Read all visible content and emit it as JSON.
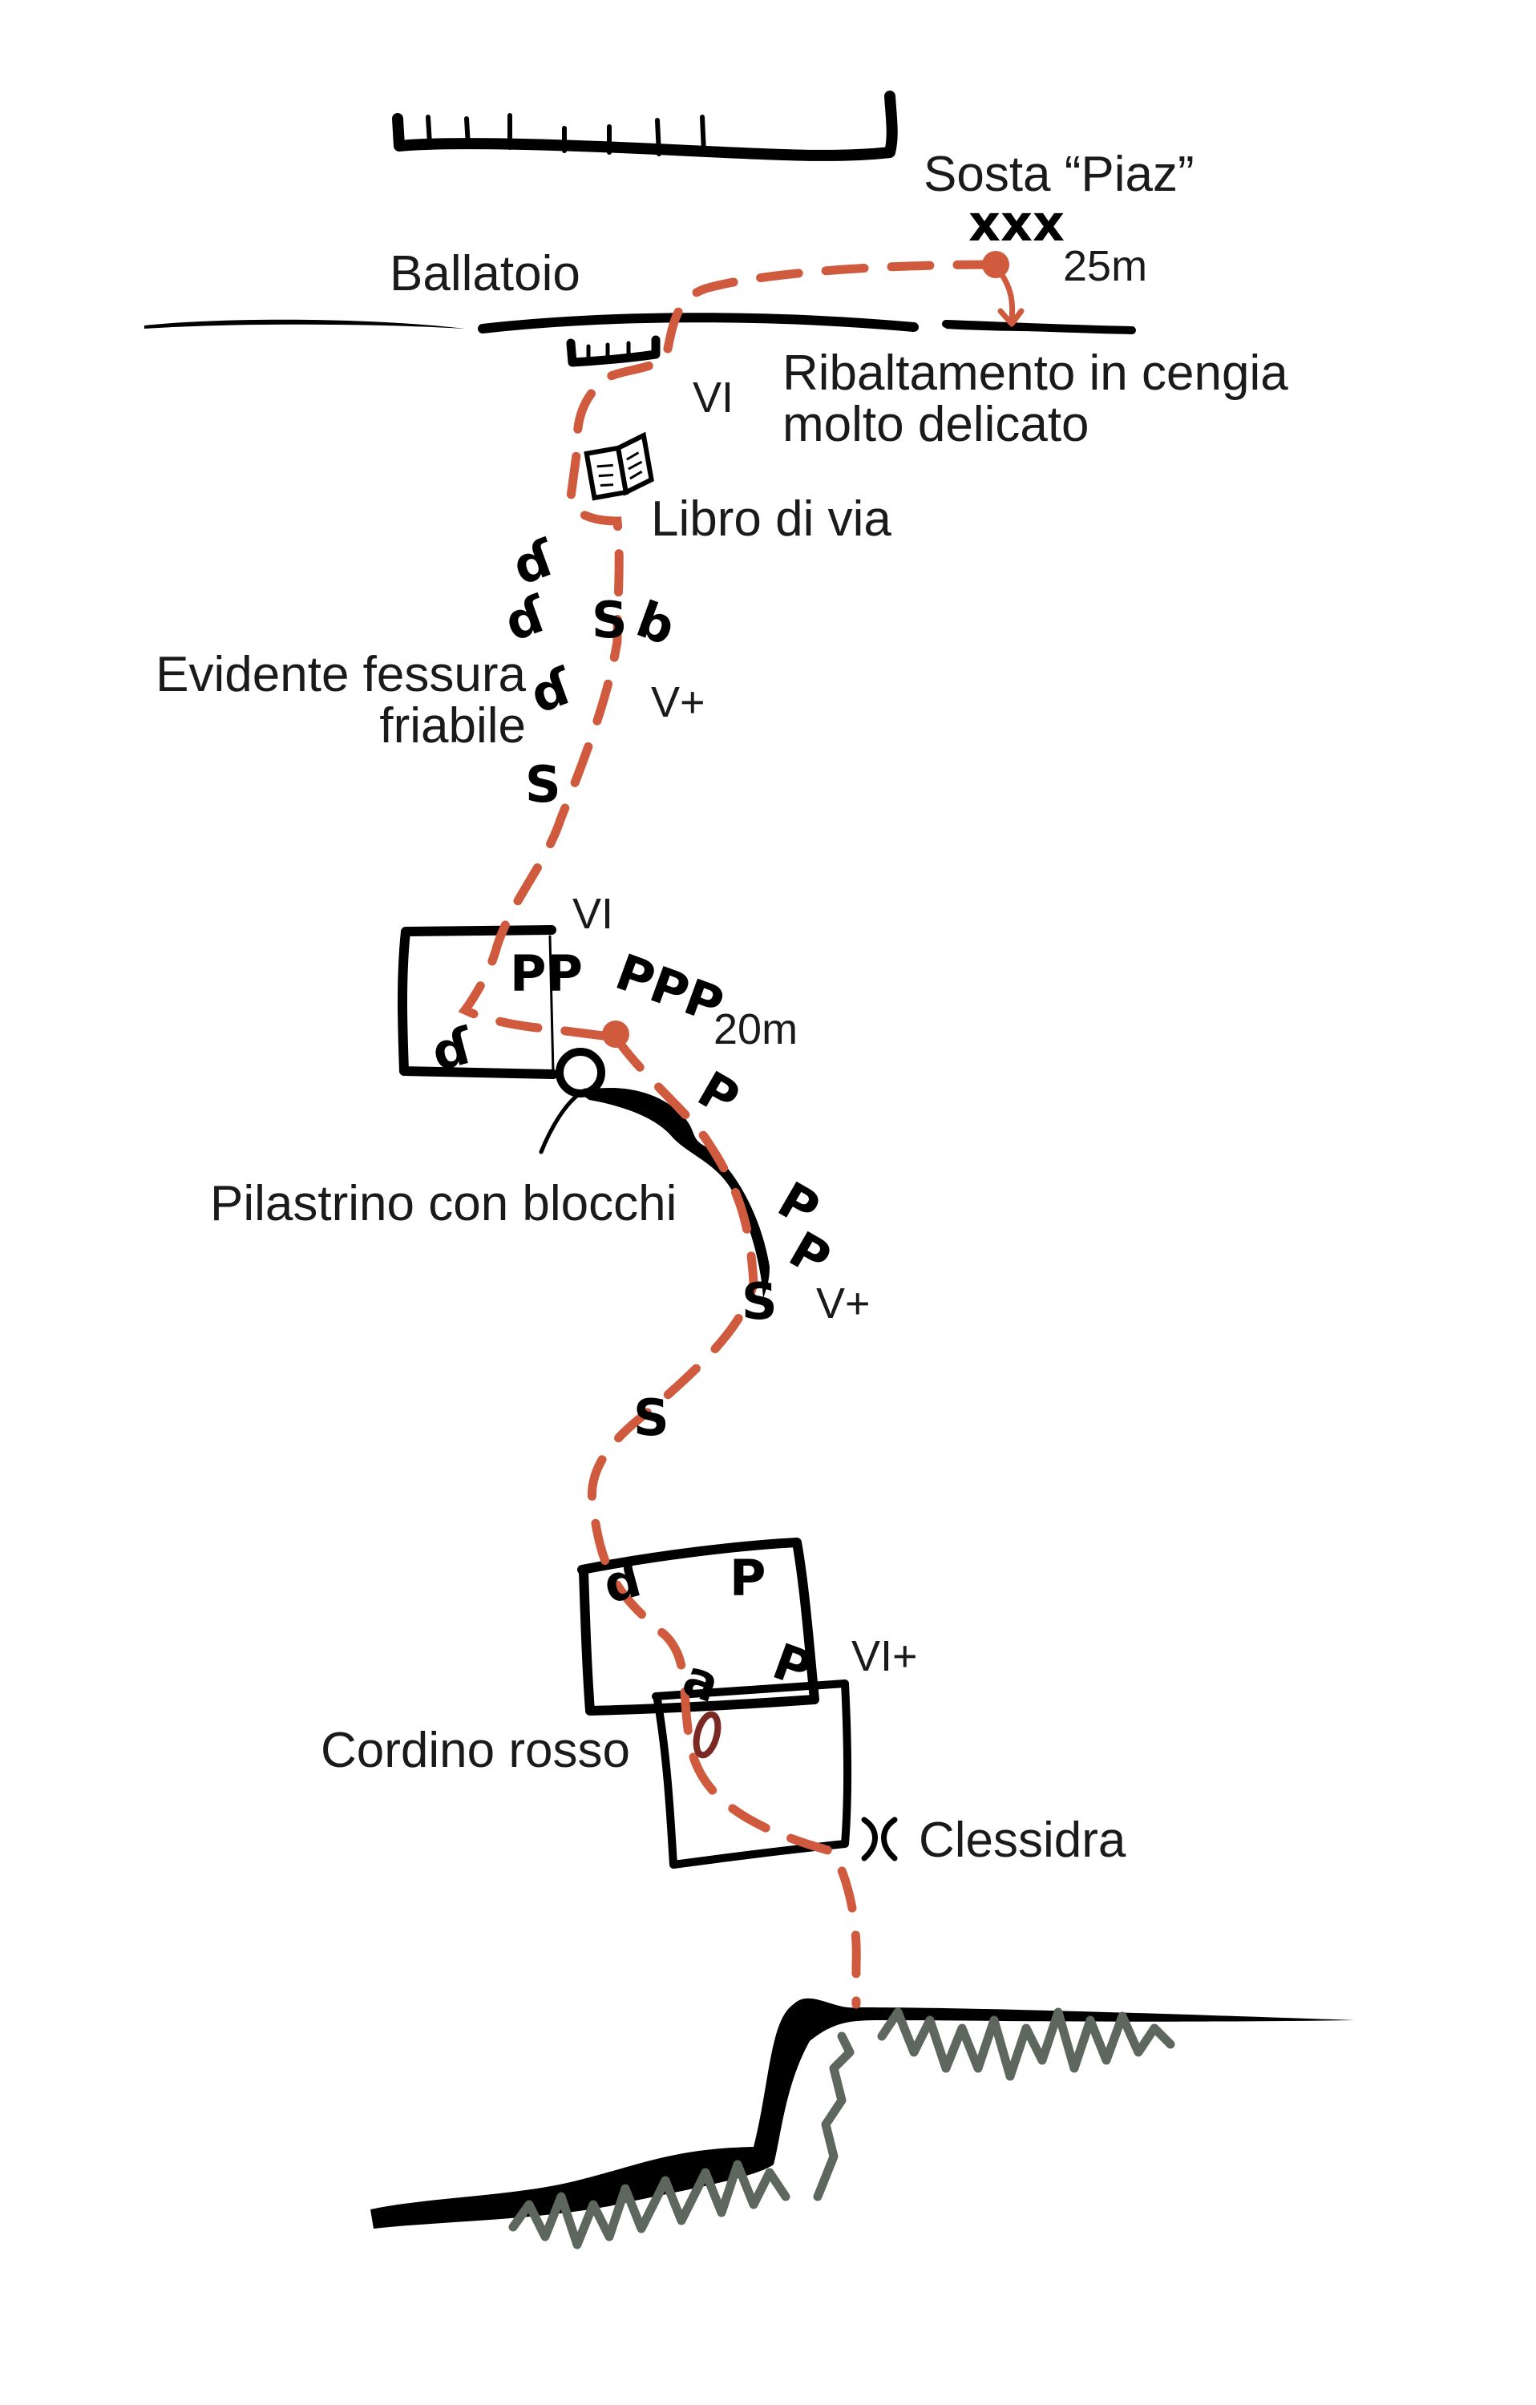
{
  "title": "Climbing route topo",
  "colors": {
    "route": "#CF5A3E",
    "ink": "#000000",
    "vegetation": "#5E675E",
    "sling": "#7A2A22"
  },
  "labels": {
    "belay_top": "Sosta “Piaz”",
    "belay_top_length": "25m",
    "ledge": "Ballatoio",
    "mantle_line1": "Ribaltamento in cengia",
    "mantle_line2": "molto delicato",
    "route_book": "Libro di via",
    "crack_line1": "Evidente fessura",
    "crack_line2": "friabile",
    "pillar": "Pilastrino con blocchi",
    "belay_mid_length": "20m",
    "red_sling": "Cordino rosso",
    "thread": "Clessidra"
  },
  "grades": {
    "roof_top": "VI",
    "crack": "V+",
    "overhang_mid": "VI",
    "pillar": "V+",
    "lower_roof": "VI+"
  },
  "symbols": {
    "bolt_anchor": "xxx",
    "pitons_pair": "PP",
    "pitons_triple": "PPP",
    "book_icon": "route-book-icon",
    "thread_icon": "thread-icon",
    "piton_icon": "piton-icon",
    "friend_icon": "cam-icon"
  }
}
